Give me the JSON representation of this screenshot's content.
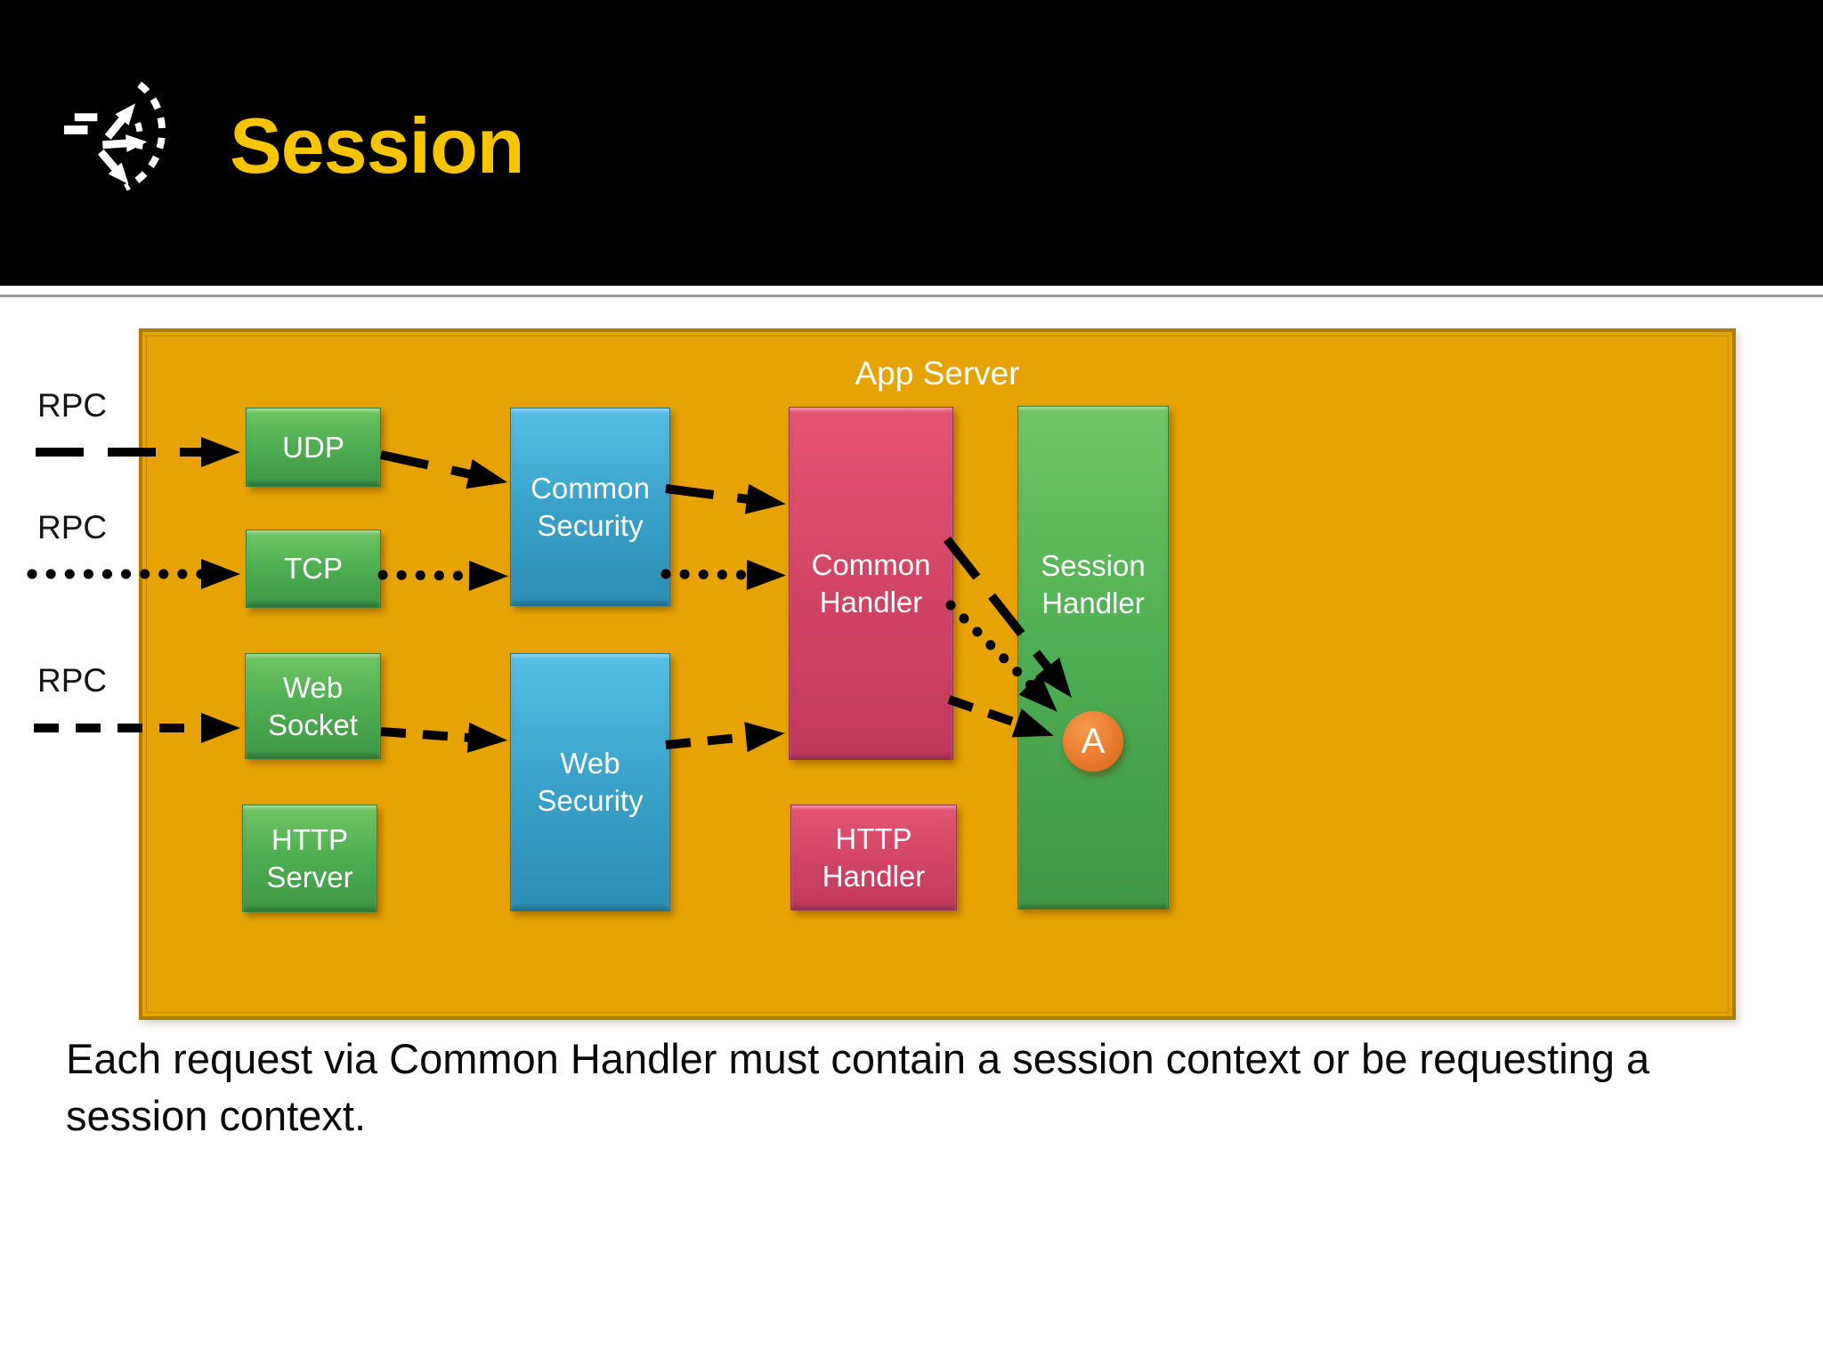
{
  "header": {
    "title": "Session"
  },
  "diagram": {
    "app_server_label": "App Server",
    "rpc_inputs": [
      {
        "label": "RPC",
        "line_style": "long-dash"
      },
      {
        "label": "RPC",
        "line_style": "dotted"
      },
      {
        "label": "RPC",
        "line_style": "dashed"
      }
    ],
    "nodes": {
      "udp": {
        "label": "UDP"
      },
      "tcp": {
        "label": "TCP"
      },
      "web_socket": {
        "label": "Web Socket"
      },
      "http_server": {
        "label": "HTTP Server"
      },
      "common_security": {
        "label": "Common Security"
      },
      "web_security": {
        "label": "Web Security"
      },
      "common_handler": {
        "label": "Common Handler"
      },
      "http_handler": {
        "label": "HTTP Handler"
      },
      "session_handler": {
        "label": "Session Handler"
      },
      "session_context": {
        "label": "A"
      }
    }
  },
  "caption": {
    "text": "Each request via Common Handler must contain a session context or be requesting a session context."
  },
  "colors": {
    "title_yellow": "#F6C500",
    "container_orange": "#E7A303",
    "container_border": "#B07C00",
    "node_green": "#4FAE53",
    "node_blue": "#3AA2CA",
    "node_pink": "#D04463",
    "circle_orange": "#E87A2E",
    "arrow_black": "#000000"
  }
}
